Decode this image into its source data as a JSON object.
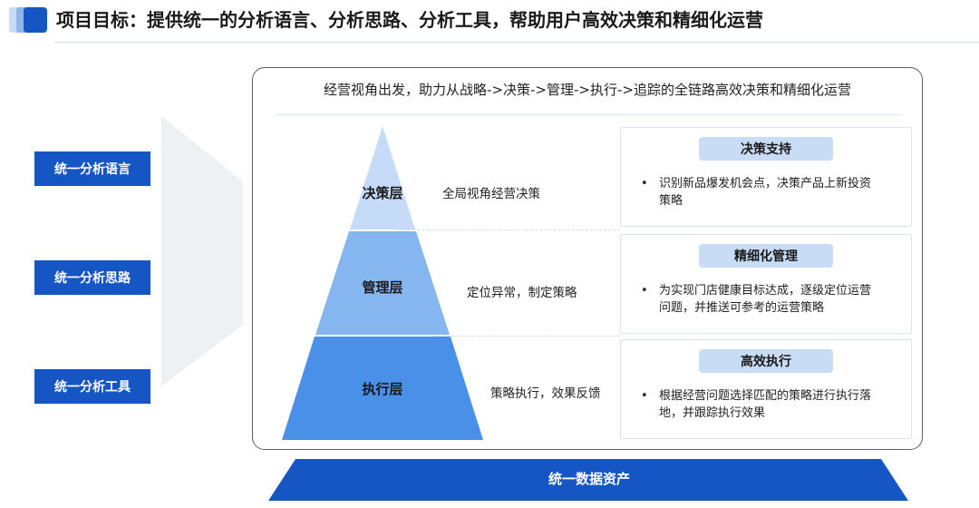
{
  "header": {
    "title": "项目目标：提供统一的分析语言、分析思路、分析工具，帮助用户高效决策和精细化运营"
  },
  "left_items": [
    {
      "label": "统一分析语言"
    },
    {
      "label": "统一分析思路"
    },
    {
      "label": "统一分析工具"
    }
  ],
  "panel": {
    "subtitle": "经营视角出发，助力从战略->决策->管理->执行->追踪的全链路高效决策和精细化运营"
  },
  "layers": [
    {
      "label": "决策层",
      "desc": "全局视角经营决策",
      "card_title": "决策支持",
      "card_line1": "识别新品爆发机会点，决策产品上新投资",
      "card_line2": "策略"
    },
    {
      "label": "管理层",
      "desc": "定位异常，制定策略",
      "card_title": "精细化管理",
      "card_line1": "为实现门店健康目标达成，逐级定位运营",
      "card_line2": "问题，并推送可参考的运营策略"
    },
    {
      "label": "执行层",
      "desc": "策略执行，效果反馈",
      "card_title": "高效执行",
      "card_line1": "根据经营问题选择匹配的策略进行执行落",
      "card_line2": "地，并跟踪执行效果"
    }
  ],
  "base": {
    "label": "统一数据资产"
  },
  "colors": {
    "primary": "#1656c4",
    "tag_bg": "#c9dcf5",
    "layer_top": "#c5dbf7",
    "layer_mid": "#86b6f0",
    "layer_bottom": "#4a8fe8",
    "funnel": "#eef0f3"
  }
}
